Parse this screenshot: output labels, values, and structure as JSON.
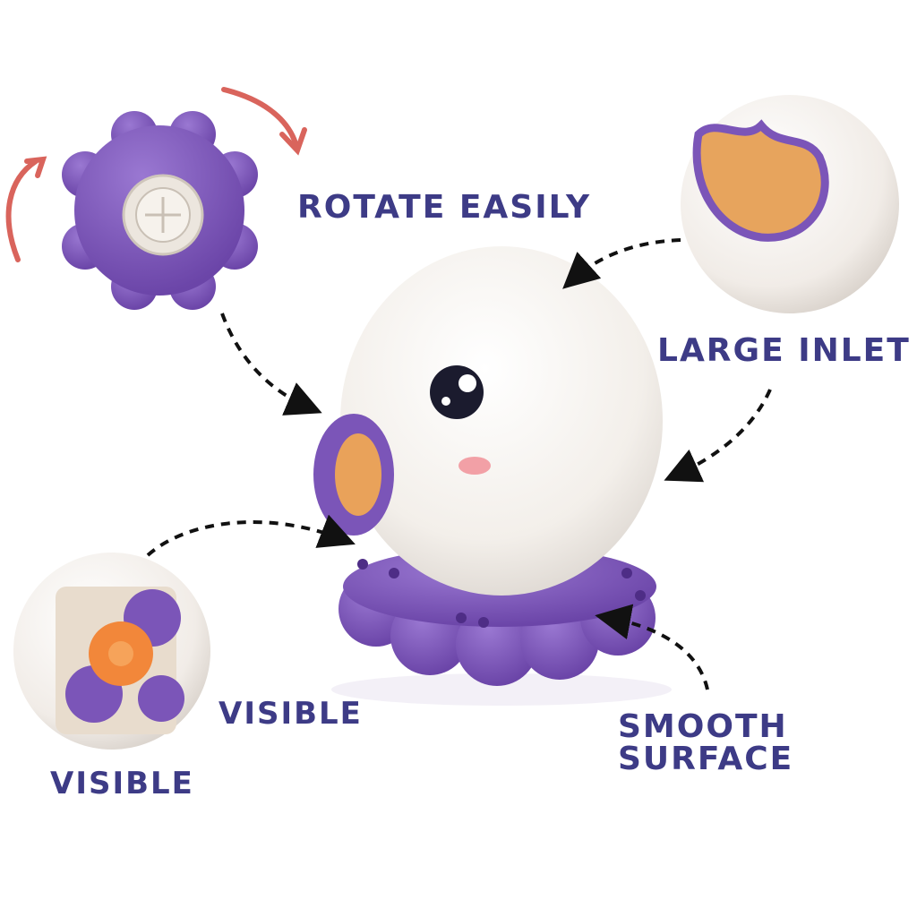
{
  "labels": {
    "rotate": "ROTATE EASILY",
    "inlet": "LARGE INLET",
    "smooth_line1": "SMOOTH",
    "smooth_line2": "SURFACE",
    "visible_1": "VISIBLE",
    "visible_2": "VISIBLE"
  },
  "colors": {
    "text": "#3d3b86",
    "purple": "#7b55b8",
    "white_body": "#f6f3f0",
    "orange": "#f2a15a",
    "arrow_red": "#d9645c"
  }
}
